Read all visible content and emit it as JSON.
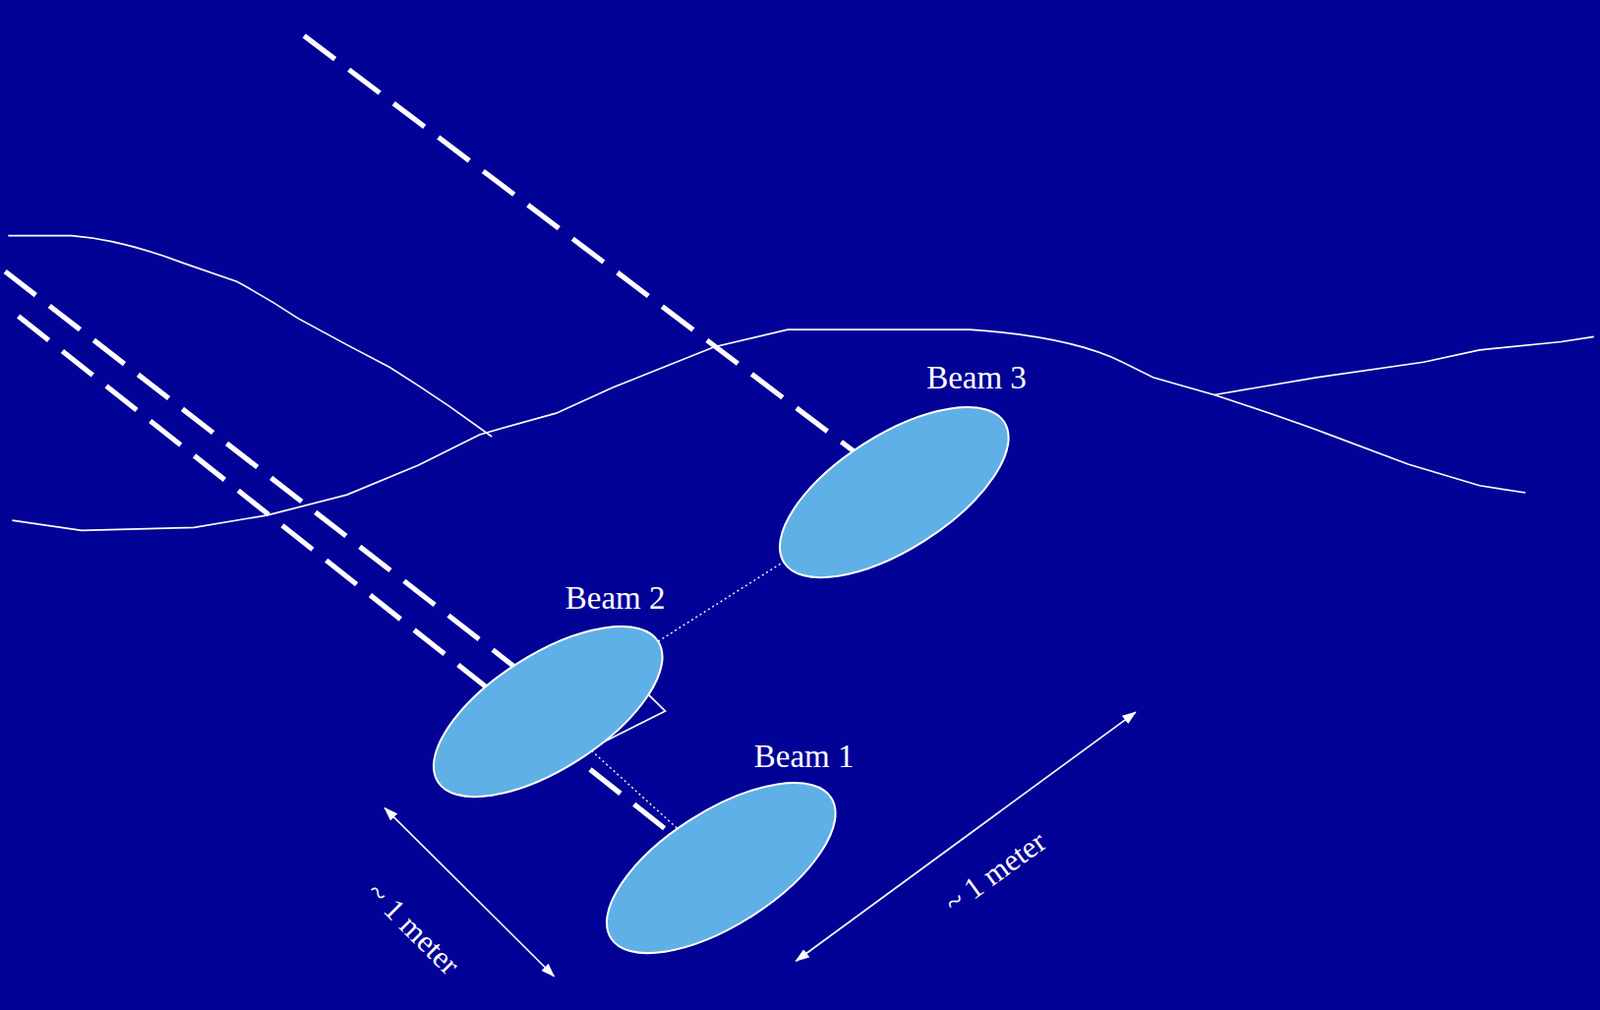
{
  "diagram": {
    "nodes": [
      {
        "text": [
          "Beam 3"
        ]
      },
      {
        "text": [
          "Beam 2"
        ]
      },
      {
        "text": [
          "Beam 1"
        ]
      }
    ],
    "edges": [
      {
        "from": 1,
        "to": 0,
        "arrow": "none"
      },
      {
        "from": 1,
        "to": 2,
        "arrow": "none"
      }
    ],
    "labels": [
      "~ 1 meter",
      "~ 1 meter"
    ]
  }
}
